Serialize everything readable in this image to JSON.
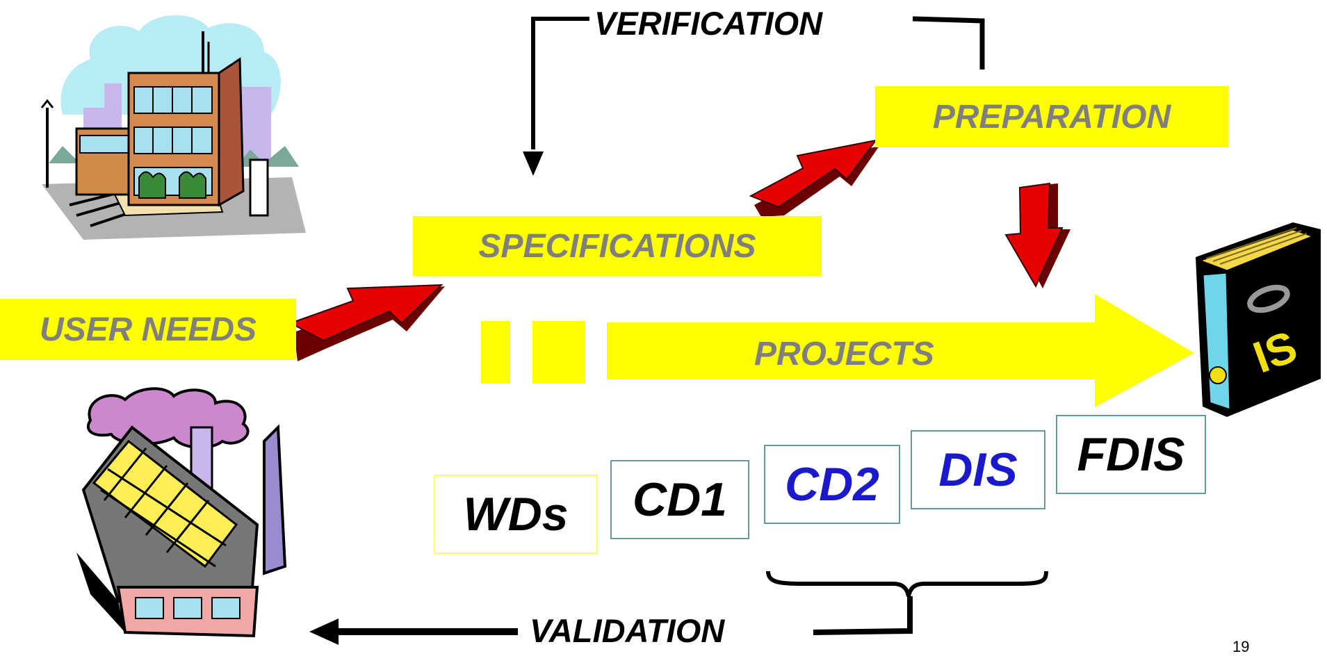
{
  "labels": {
    "verification": "VERIFICATION",
    "preparation": "PREPARATION",
    "specifications": "SPECIFICATIONS",
    "user_needs": "USER NEEDS",
    "projects": "PROJECTS",
    "validation": "VALIDATION",
    "book_text": "IS"
  },
  "stages": [
    {
      "label": "WDs",
      "color": "#000000",
      "border": "#ffff66"
    },
    {
      "label": "CD1",
      "color": "#000000",
      "border": "#669999"
    },
    {
      "label": "CD2",
      "color": "#1a1acc",
      "border": "#669999"
    },
    {
      "label": "DIS",
      "color": "#1a1acc",
      "border": "#669999"
    },
    {
      "label": "FDIS",
      "color": "#000000",
      "border": "#669999"
    }
  ],
  "page_number": "19",
  "colors": {
    "highlight": "#ffff00",
    "label_gray": "#7f7f7f",
    "arrow_red": "#e60000",
    "arrow_dark": "#6b0000"
  },
  "icons": {
    "office_building": "office-building-clipart",
    "factory": "factory-clipart",
    "standard_book": "standard-book-clipart"
  }
}
